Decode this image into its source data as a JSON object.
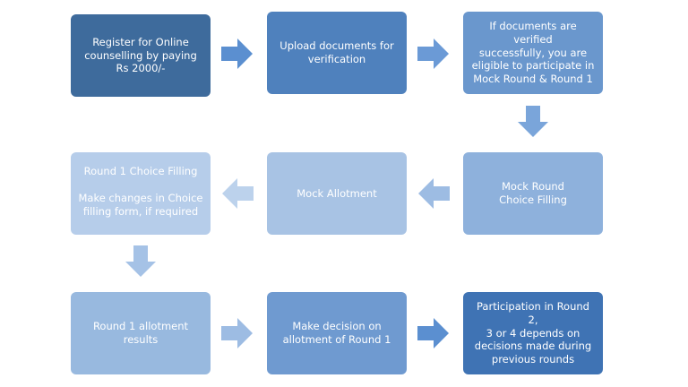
{
  "steps": {
    "register": {
      "text": "Register for Online\ncounselling by paying\nRs 2000/-",
      "color": "#3e6b9c"
    },
    "upload": {
      "text": "Upload documents for\nverification",
      "color": "#4f81bd"
    },
    "verified": {
      "text": "If documents are verified\nsuccessfully, you are\neligible to participate in\nMock Round & Round 1",
      "color": "#6a97cd"
    },
    "mock_choice": {
      "text": "Mock Round\nChoice Filling",
      "color": "#8eb1dc"
    },
    "mock_allotment": {
      "text": "Mock Allotment",
      "color": "#a8c3e4"
    },
    "round1_choice": {
      "text": "Round 1 Choice Filling\n\nMake changes in Choice\nfilling form, if required",
      "color": "#b6cdea"
    },
    "round1_results": {
      "text": "Round 1 allotment results",
      "color": "#98b9df"
    },
    "decision": {
      "text": "Make decision on\nallotment of Round 1",
      "color": "#6f9ad0"
    },
    "participation": {
      "text": "Participation in Round 2,\n3 or 4 depends on\ndecisions made during\nprevious rounds",
      "color": "#3f73b4"
    }
  },
  "arrows": {
    "a1": {
      "icon": "arrow-right-icon",
      "color": "#5b8fd0"
    },
    "a2": {
      "icon": "arrow-right-icon",
      "color": "#6b9ad6"
    },
    "a3": {
      "icon": "arrow-down-icon",
      "color": "#7aa5da"
    },
    "a4": {
      "icon": "arrow-left-icon",
      "color": "#9dbce3"
    },
    "a5": {
      "icon": "arrow-left-icon",
      "color": "#bcd2ec"
    },
    "a6": {
      "icon": "arrow-down-icon",
      "color": "#a5c2e6"
    },
    "a7": {
      "icon": "arrow-right-icon",
      "color": "#9dbce3"
    },
    "a8": {
      "icon": "arrow-right-icon",
      "color": "#5b8fd0"
    }
  }
}
